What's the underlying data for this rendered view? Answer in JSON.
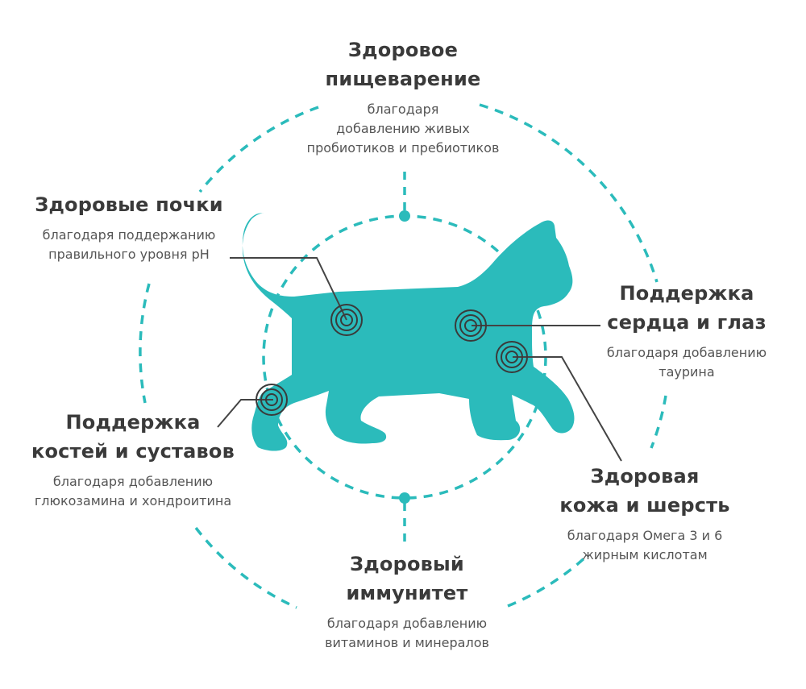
{
  "colors": {
    "accent": "#2bbbbb",
    "text_heading": "#3a3a3a",
    "text_body": "#555555",
    "leader_line": "#444444"
  },
  "benefits": {
    "digestion": {
      "title_line1": "Здоровое",
      "title_line2": "пищеварение",
      "desc_line1": "благодаря",
      "desc_line2": "добавлению живых",
      "desc_line3": "пробиотиков и пребиотиков"
    },
    "kidneys": {
      "title_line1": "Здоровые почки",
      "desc_line1": "благодаря поддержанию",
      "desc_line2": "правильного уровня рН"
    },
    "heart_eyes": {
      "title_line1": "Поддержка",
      "title_line2": "сердца и глаз",
      "desc_line1": "благодаря добавлению",
      "desc_line2": "таурина"
    },
    "bones_joints": {
      "title_line1": "Поддержка",
      "title_line2": "костей и суставов",
      "desc_line1": "благодаря добавлению",
      "desc_line2": "глюкозамина и хондроитина"
    },
    "skin_coat": {
      "title_line1": "Здоровая",
      "title_line2": "кожа и шерсть",
      "desc_line1": "благодаря Омега 3 и 6",
      "desc_line2": "жирным кислотам"
    },
    "immunity": {
      "title_line1": "Здоровый",
      "title_line2": "иммунитет",
      "desc_line1": "благодаря добавлению",
      "desc_line2": "витаминов и минералов"
    }
  },
  "icons": {
    "cat": "cat-silhouette",
    "target": "concentric-target"
  }
}
